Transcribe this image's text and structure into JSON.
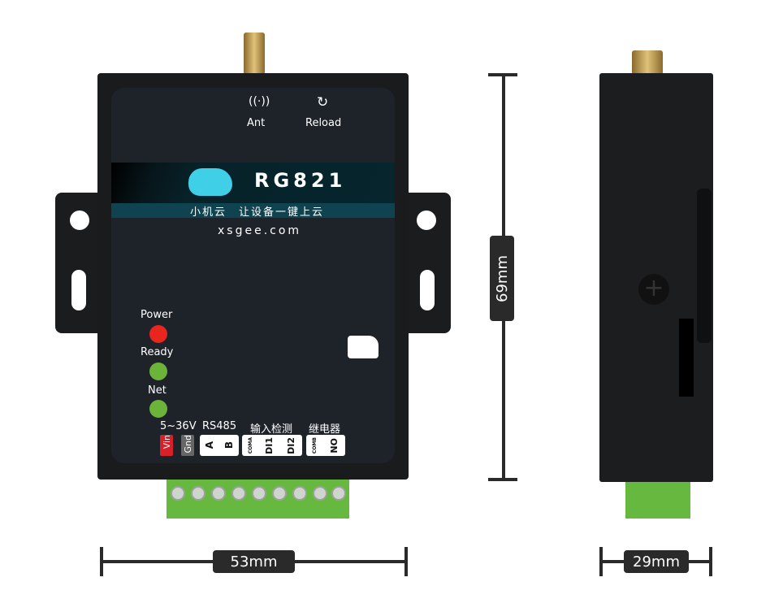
{
  "front": {
    "icons": {
      "ant": "Ant",
      "reload": "Reload"
    },
    "model": "RG821",
    "slogan": "小机云　让设备一键上云",
    "website": "xsgee.com",
    "leds": [
      {
        "label": "Power",
        "color": "#e8261f"
      },
      {
        "label": "Ready",
        "color": "#6cb33a"
      },
      {
        "label": "Net",
        "color": "#6cb33a"
      }
    ],
    "terminals": {
      "power_label": "5~36V",
      "vin": "Vin",
      "gnd": "Gnd",
      "rs485_label": "RS485",
      "a": "A",
      "b": "B",
      "input_label": "输入检测",
      "coma": "COMA",
      "di1": "DI1",
      "di2": "DI2",
      "relay_label": "继电器",
      "comb": "COMB",
      "no": "NO"
    }
  },
  "dimensions": {
    "height": "69mm",
    "width": "53mm",
    "depth": "29mm"
  }
}
